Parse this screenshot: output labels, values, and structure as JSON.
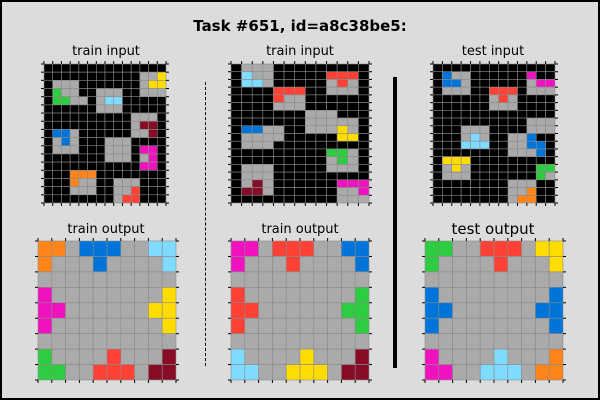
{
  "title": "Task #651, id=a8c38be5:",
  "colors": {
    "0": "#000000",
    "1": "#0074d9",
    "2": "#ff4136",
    "3": "#2ecc40",
    "4": "#ffdc00",
    "5": "#aaaaaa",
    "6": "#f012be",
    "7": "#ff851b",
    "8": "#7fdbff",
    "9": "#870c25"
  },
  "panels": [
    {
      "label": "train input",
      "grid": [
        "00000000000000",
        "00000000000554",
        "05550000000544",
        "03550055500555",
        "03355058800000",
        "00000055500000",
        "00000000005550",
        "00000000005990",
        "01150000005590",
        "05150005550000",
        "05550005550660",
        "00000005550560",
        "00000000000660",
        "00077700000000",
        "00075500555000",
        "00055500552000",
        "00000000522000"
      ]
    },
    {
      "label": "train input",
      "grid": [
        "0555000000000",
        "0855000002220",
        "0885000005250",
        "0000222005550",
        "0000255000000",
        "0000555000000",
        "0000000555000",
        "0000000555550",
        "0115500555450",
        "0555500000440",
        "0555000000000",
        "0000000003350",
        "0000000005350",
        "0555000005550",
        "0555000000000",
        "0595000000666",
        "0995000000556",
        "0000000000555"
      ]
    },
    {
      "label": "test input",
      "grid": [
        "0000000000000",
        "0155000000600",
        "0115000000566",
        "0555002220555",
        "0000005250000",
        "0000005550000",
        "0000000000000",
        "0000000000555",
        "0005550000555",
        "0005850055100",
        "0008880055110",
        "0000000055510",
        "0444000000000",
        "0545000000033",
        "0555000000035",
        "0000000055500",
        "0000000055700",
        "0000000057700"
      ]
    },
    {
      "label": "train output",
      "grid": [
        "7751115588",
        "7555155558",
        "5555555555",
        "6555555554",
        "6655555544",
        "6555555554",
        "5555555555",
        "3555525559",
        "3355222599"
      ]
    },
    {
      "label": "train output",
      "grid": [
        "6652225511",
        "6555255551",
        "5555555555",
        "2555555553",
        "2255555533",
        "2555555553",
        "5555555555",
        "8555545559",
        "8855444599"
      ]
    },
    {
      "label": "test output",
      "grid": [
        "3355222544",
        "3555525554",
        "5555555555",
        "1555555551",
        "1155555511",
        "1555555551",
        "5555555555",
        "6555585557",
        "6655888577"
      ]
    }
  ]
}
